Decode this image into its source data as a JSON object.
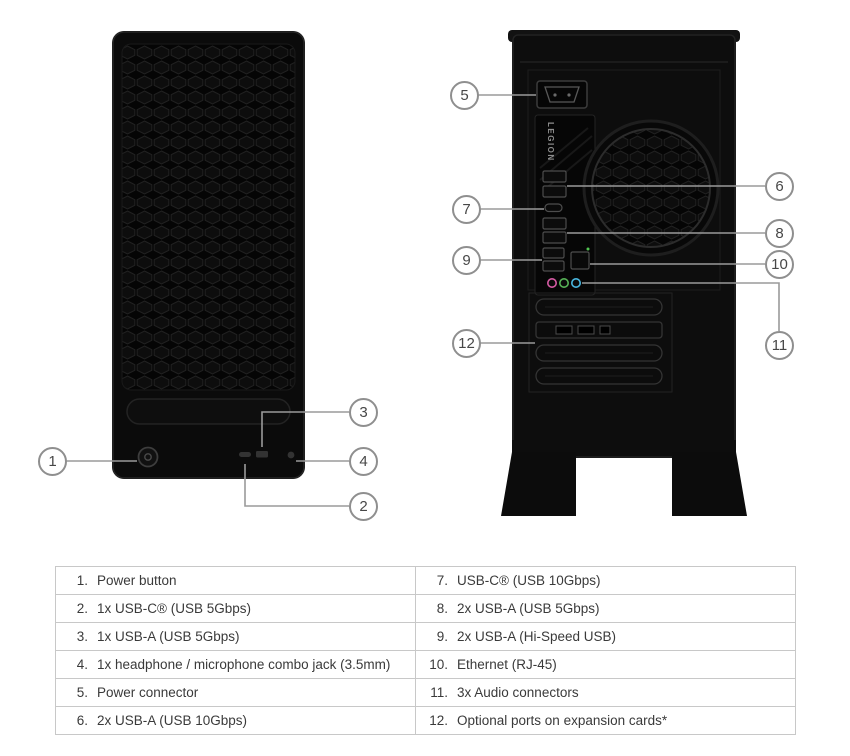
{
  "illustration": {
    "rear_panel_brand": "LEGION",
    "callouts": [
      {
        "label": "1"
      },
      {
        "label": "2"
      },
      {
        "label": "3"
      },
      {
        "label": "4"
      },
      {
        "label": "5"
      },
      {
        "label": "6"
      },
      {
        "label": "7"
      },
      {
        "label": "8"
      },
      {
        "label": "9"
      },
      {
        "label": "10"
      },
      {
        "label": "11"
      },
      {
        "label": "12"
      }
    ],
    "colors": {
      "audio_jack_pink": "#d65ba4",
      "audio_jack_green": "#57b357",
      "audio_jack_blue": "#49b7e0",
      "callout_border": "#8f8f8f",
      "callout_line": "#9a9a9a",
      "case_black": "#0c0c0c"
    }
  },
  "legend": {
    "rows": [
      {
        "left_num": "1.",
        "left_label": "Power button",
        "right_num": "7.",
        "right_label": "USB-C® (USB 10Gbps)"
      },
      {
        "left_num": "2.",
        "left_label": "1x USB-C® (USB 5Gbps)",
        "right_num": "8.",
        "right_label": "2x USB-A (USB 5Gbps)"
      },
      {
        "left_num": "3.",
        "left_label": "1x USB-A (USB 5Gbps)",
        "right_num": "9.",
        "right_label": "2x USB-A (Hi-Speed USB)"
      },
      {
        "left_num": "4.",
        "left_label": "1x headphone / microphone combo jack (3.5mm)",
        "right_num": "10.",
        "right_label": "Ethernet (RJ-45)"
      },
      {
        "left_num": "5.",
        "left_label": "Power connector",
        "right_num": "11.",
        "right_label": "3x Audio connectors"
      },
      {
        "left_num": "6.",
        "left_label": "2x USB-A (USB 10Gbps)",
        "right_num": "12.",
        "right_label": "Optional ports on expansion cards*"
      }
    ]
  }
}
